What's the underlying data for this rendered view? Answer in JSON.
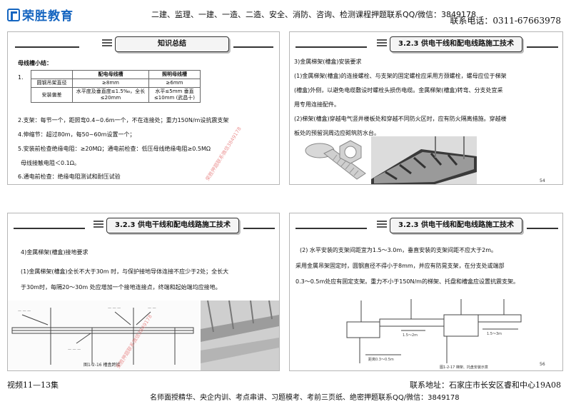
{
  "header": {
    "logo": "荣胜教育",
    "course_line": "二建、监理、一建、一造、二造、安全、消防、咨询、检测课程押题联系QQ/微信：3849178",
    "phone": "联系电话：0311-67663978"
  },
  "slide1": {
    "title": "知识总结",
    "heading": "母线槽小结：",
    "index": "1.",
    "table": {
      "headers": [
        "",
        "配电母线槽",
        "照明母线槽"
      ],
      "rows": [
        [
          "圆钢吊架直径",
          "≥8mm",
          "≥6mm"
        ],
        [
          "安装偏差",
          "水平度及垂直度≤1.5‰，全长≤20mm",
          "水平≤5mm 垂直≤10mm (武昌十)"
        ]
      ]
    },
    "lines": [
      "2.支架：每节一个，距照弯0.4~0.6m一个，不在连接处；重力150N/m设抗震支架",
      "4.伸缩节：超过80m，每50~60m设置一个；",
      "5.安装前检查绝缘电阻：≥20MΩ；通电前检查：低压母线绝缘电阻≥0.5MΩ",
      "母线接触电阻＜0.1Ω。",
      "6.通电前检查：绝缘电阻测试和耐压试验"
    ],
    "watermark": "荣胜押题联系微信3849178"
  },
  "slide2": {
    "title": "3.2.3 供电干线和配电线路施工技术",
    "lines": [
      "3)金属梯架(槽盒)安装要求",
      "(1)金属梯架(槽盒)的连接螺栓、与支架的固定螺栓应采用方颈螺栓，螺母应位于梯架",
      "(槽盒)外侧，以避免电缆敷设时螺栓头损伤电缆。金属梯架(槽盒)转弯、分支处宜采",
      "用专用连接配件。",
      "(2)梯架(槽盒)穿越电气竖井楼板处和穿越不同防火区时，应有防火隔离措施。穿越楼",
      "板处的预留洞周边应砌筑防水台。"
    ],
    "page": "54"
  },
  "slide3": {
    "title": "3.2.3 供电干线和配电线路施工技术",
    "lines": [
      "4)金属梯架(槽盒)接地要求",
      "(1)金属梯架(槽盒)全长不大于30m 时，与保护接地导体连接不应少于2处；全长大",
      "于30m时，每隔20～30m 处应增加一个接地连接点，终端和起始端均应接地。"
    ],
    "figure_caption": "图1-2-16 槽盒跨接",
    "watermark": "荣胜押题联系微信3849178"
  },
  "slide4": {
    "title": "3.2.3 供电干线和配电线路施工技术",
    "lines": [
      "(2) 水平安装的支架间距宜为1.5～3.0m，垂直安装的支架间距不应大于2m。",
      "采用金属吊架固定时，圆钢直径不得小于8mm，并应有防晃支架，在分支处或端部",
      "0.3～0.5m处应有固定支架。重力不小于150N/m的梯架、托盘和槽盒应设置抗震支架。"
    ],
    "fig_labels": [
      "1.5～2m",
      "1.5～3m",
      "距离0.3～0.5m"
    ],
    "figure_caption": "图1-2-17 梯架、托盘安装示意",
    "page": "56"
  },
  "footer": {
    "left": "视频11—13集",
    "address": "联系地址：石家庄市长安区睿和中心19A08",
    "line": "名师面授精华、央企内训、考点串讲、习题模考、考前三页纸、绝密押题联系QQ/微信：3849178"
  },
  "colors": {
    "brand": "#1565c0",
    "watermark": "#e57373"
  }
}
